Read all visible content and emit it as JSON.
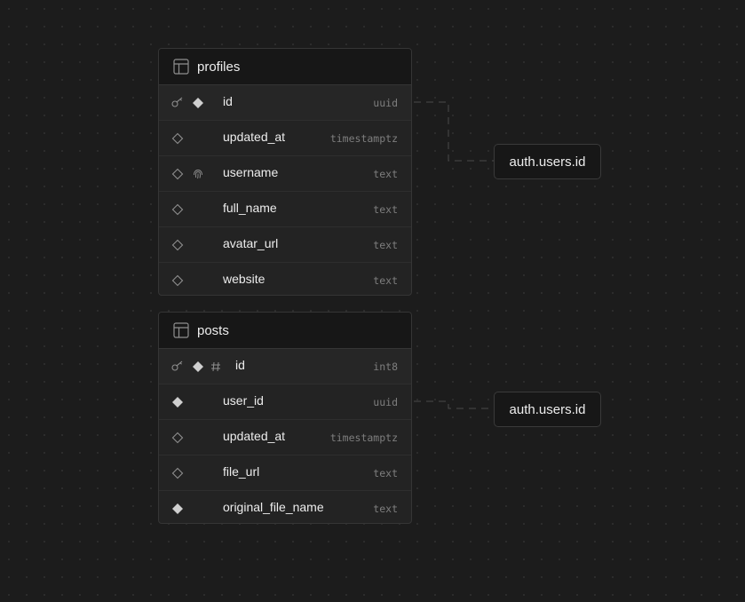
{
  "tables": [
    {
      "name": "profiles",
      "columns": [
        {
          "name": "id",
          "type": "uuid"
        },
        {
          "name": "updated_at",
          "type": "timestamptz"
        },
        {
          "name": "username",
          "type": "text"
        },
        {
          "name": "full_name",
          "type": "text"
        },
        {
          "name": "avatar_url",
          "type": "text"
        },
        {
          "name": "website",
          "type": "text"
        }
      ]
    },
    {
      "name": "posts",
      "columns": [
        {
          "name": "id",
          "type": "int8"
        },
        {
          "name": "user_id",
          "type": "uuid"
        },
        {
          "name": "updated_at",
          "type": "timestamptz"
        },
        {
          "name": "file_url",
          "type": "text"
        },
        {
          "name": "original_file_name",
          "type": "text"
        }
      ]
    }
  ],
  "references": [
    {
      "label": "auth.users.id"
    },
    {
      "label": "auth.users.id"
    }
  ]
}
